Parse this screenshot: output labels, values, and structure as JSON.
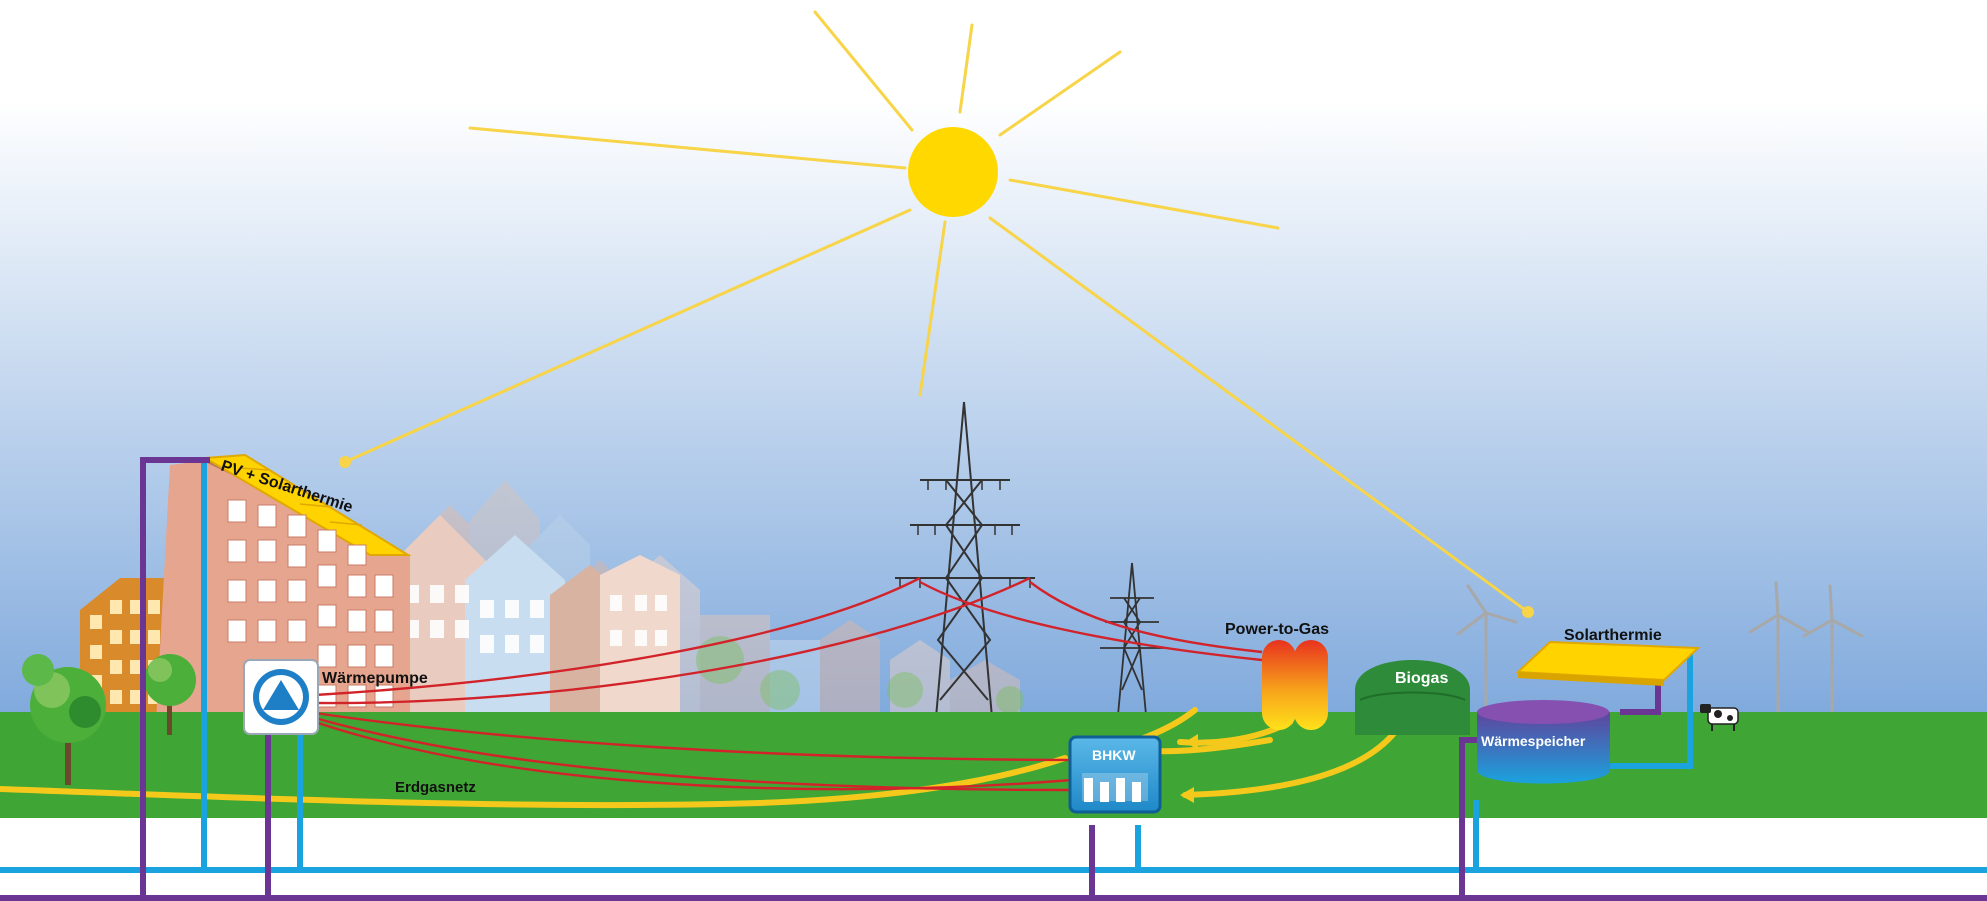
{
  "labels": {
    "pv_solarthermie": "PV + Solarthermie",
    "waermepumpe": "Wärmepumpe",
    "erdgasnetz": "Erdgasnetz",
    "power_to_gas": "Power-to-Gas",
    "biogas": "Biogas",
    "solarthermie": "Solarthermie",
    "waermespeicher": "Wärmespeicher",
    "bhkw": "BHKW"
  },
  "colors": {
    "sky_top": "#ffffff",
    "sky_bottom": "#7fa9dc",
    "grass": "#3fa535",
    "sun": "#ffd800",
    "sun_rays": "#f7d448",
    "heat_pipe": "#1aa3de",
    "gas_pipe": "#6a3593",
    "power_line": "#d2232a",
    "gas_flow": "#f4c91b",
    "biogas_tank": "#2e8b3a"
  }
}
